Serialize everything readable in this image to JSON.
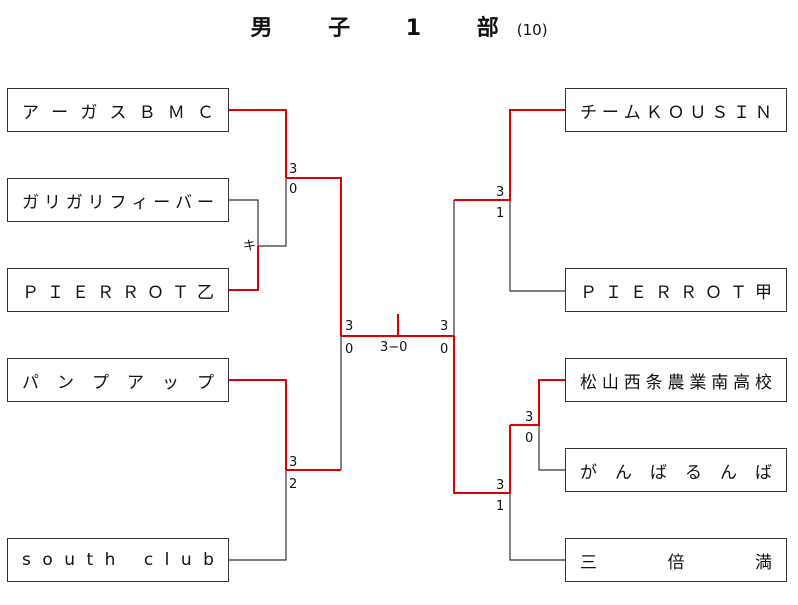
{
  "title": {
    "text": "男 子 1 部",
    "count": "(10)"
  },
  "left_teams": [
    "アーガスＢＭＣ",
    "ガリガリフィーバー",
    "ＰＩＥＲＲＯＴ乙",
    "パンプアップ",
    "south club"
  ],
  "right_teams": [
    "チームＫＯＵＳＩＮ",
    "ＰＩＥＲＲＯＴ甲",
    "松山西条農業南高校",
    "がんばるんば",
    "三倍満"
  ],
  "scores": {
    "l_r1_win": "3",
    "l_r1_lose": "0",
    "l_bye_mark": "キ",
    "l_r2_win": "3",
    "l_r2_lose": "2",
    "l_semi_win": "3",
    "l_semi_lose": "0",
    "final": "3−0",
    "r_semi_win": "3",
    "r_semi_lose": "0",
    "r_r1_win": "3",
    "r_r1_lose": "1",
    "r_r2_win": "3",
    "r_r2_lose": "0",
    "r_r3_win": "3",
    "r_r3_lose": "1"
  },
  "colors": {
    "winner_line": "#e00000",
    "loser_line": "#333333"
  }
}
